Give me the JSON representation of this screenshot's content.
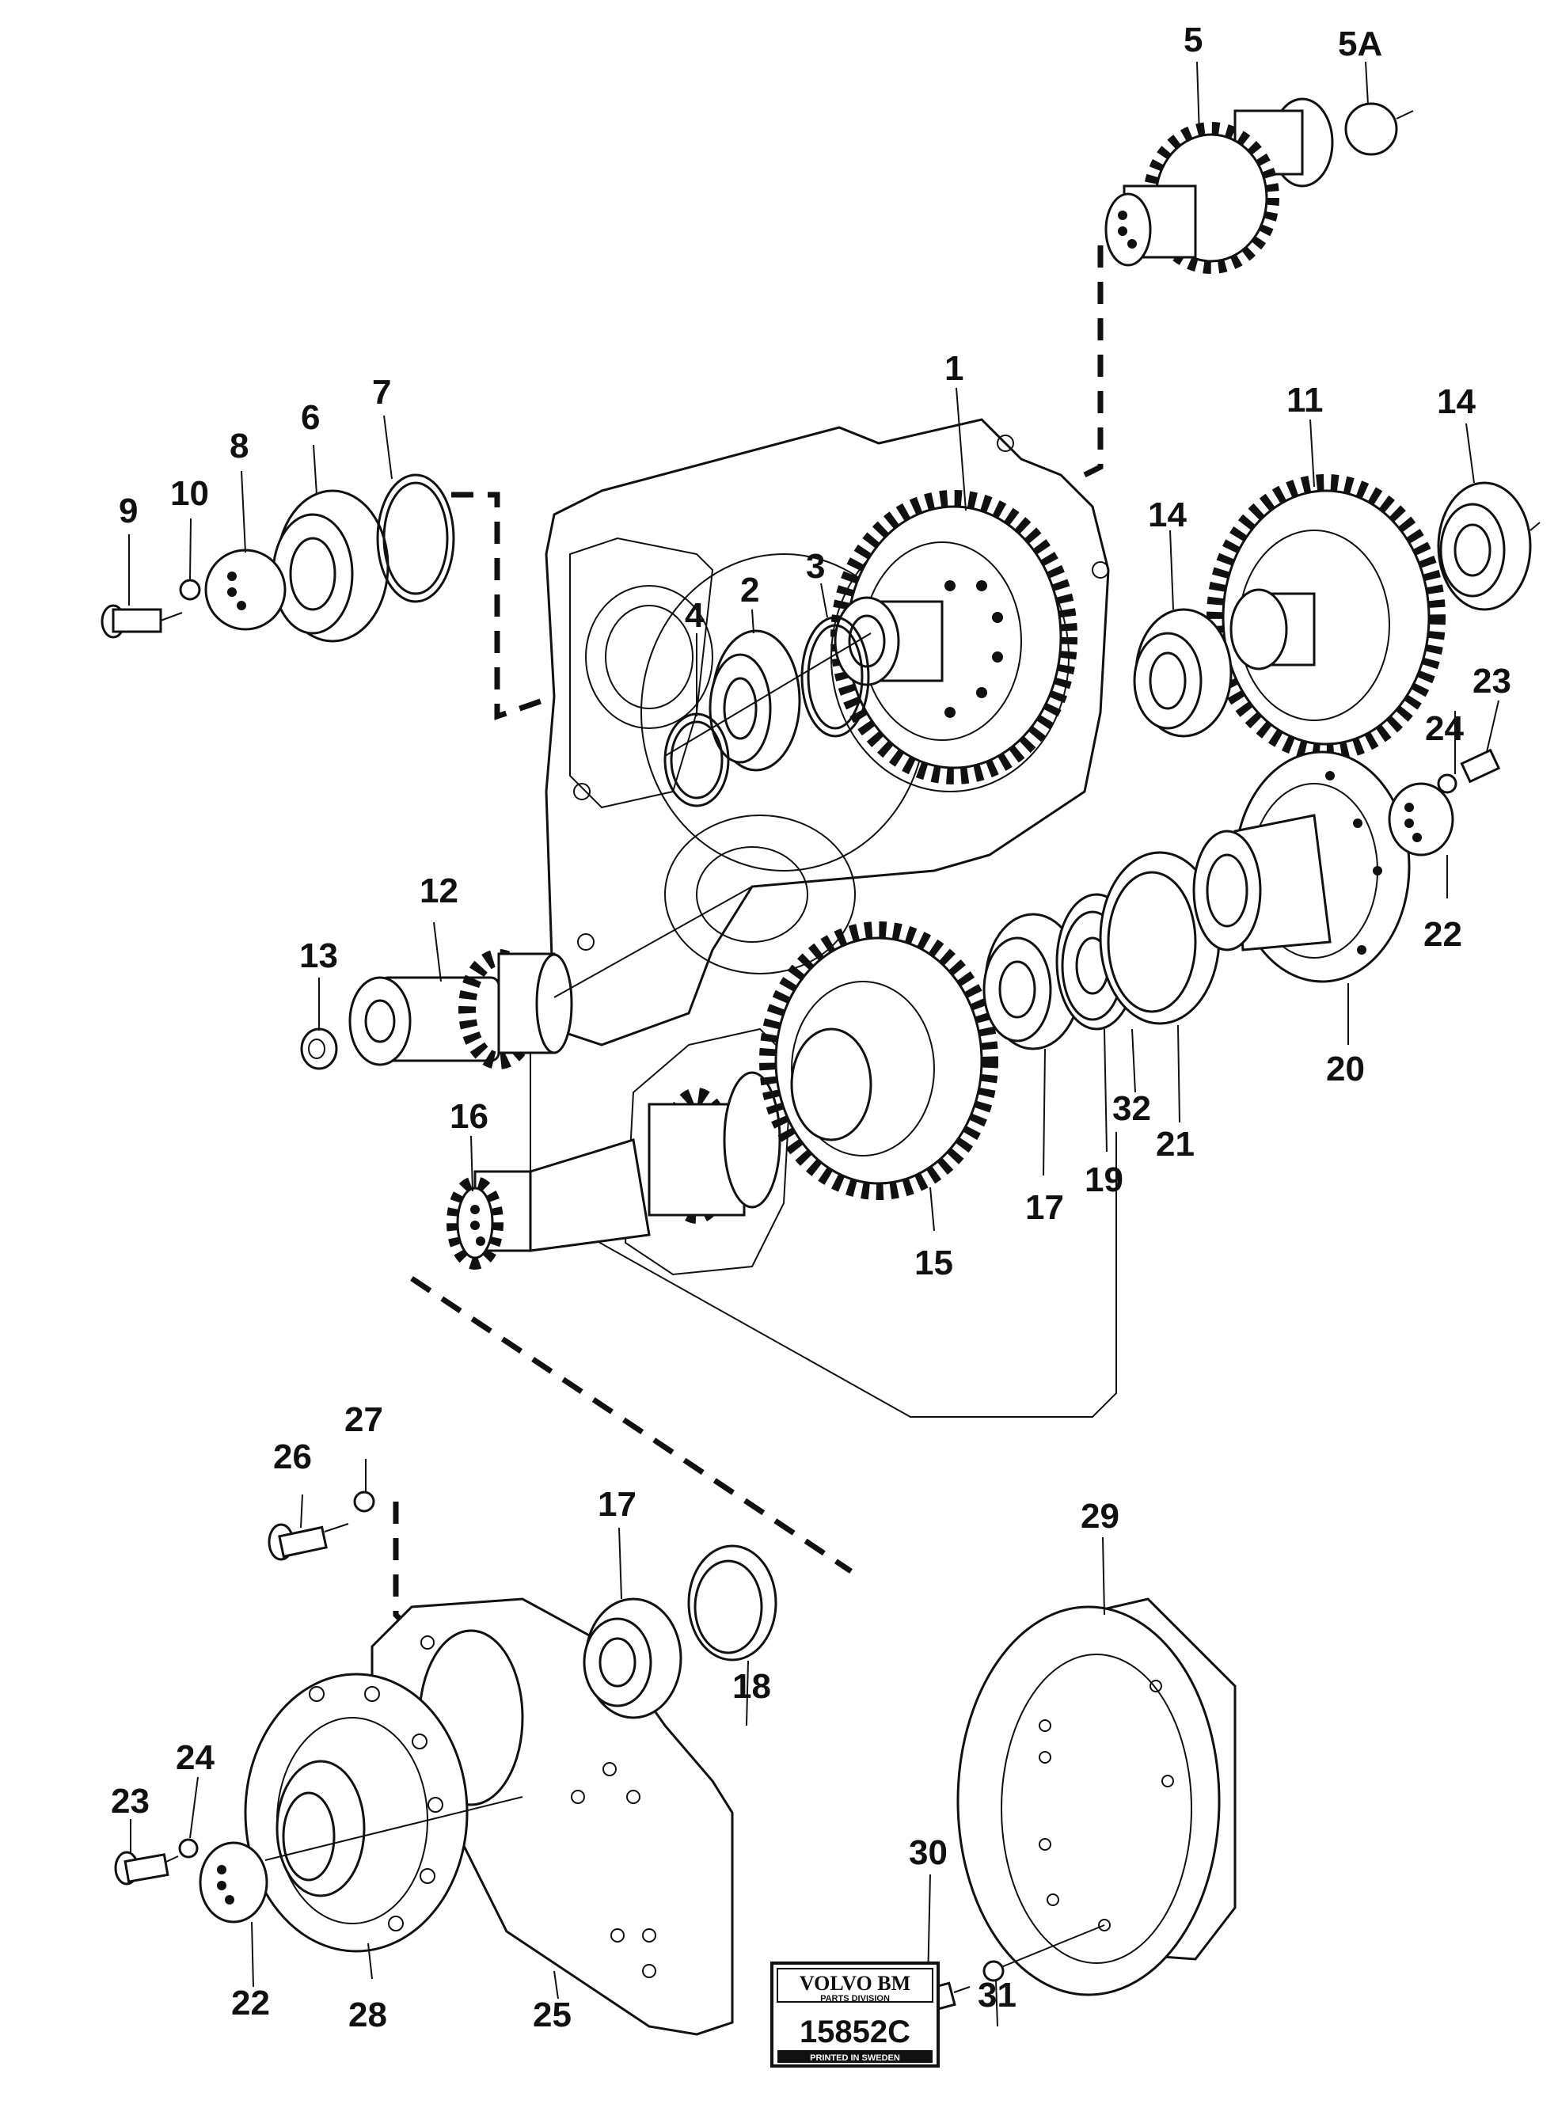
{
  "labels": {
    "l1": "1",
    "l2": "2",
    "l3": "3",
    "l4": "4",
    "l5": "5",
    "l5a": "5A",
    "l6": "6",
    "l7": "7",
    "l8": "8",
    "l9": "9",
    "l10": "10",
    "l11": "11",
    "l12": "12",
    "l13": "13",
    "l14a": "14",
    "l14b": "14",
    "l15": "15",
    "l16": "16",
    "l17a": "17",
    "l17b": "17",
    "l18": "18",
    "l19": "19",
    "l20": "20",
    "l21": "21",
    "l22a": "22",
    "l22b": "22",
    "l23a": "23",
    "l23b": "23",
    "l24a": "24",
    "l24b": "24",
    "l25": "25",
    "l26": "26",
    "l27": "27",
    "l28": "28",
    "l29": "29",
    "l30": "30",
    "l31": "31",
    "l32": "32"
  },
  "stamp": {
    "brand": "VOLVO BM",
    "division": "PARTS DIVISION",
    "number": "15852C",
    "printed": "PRINTED IN SWEDEN"
  }
}
